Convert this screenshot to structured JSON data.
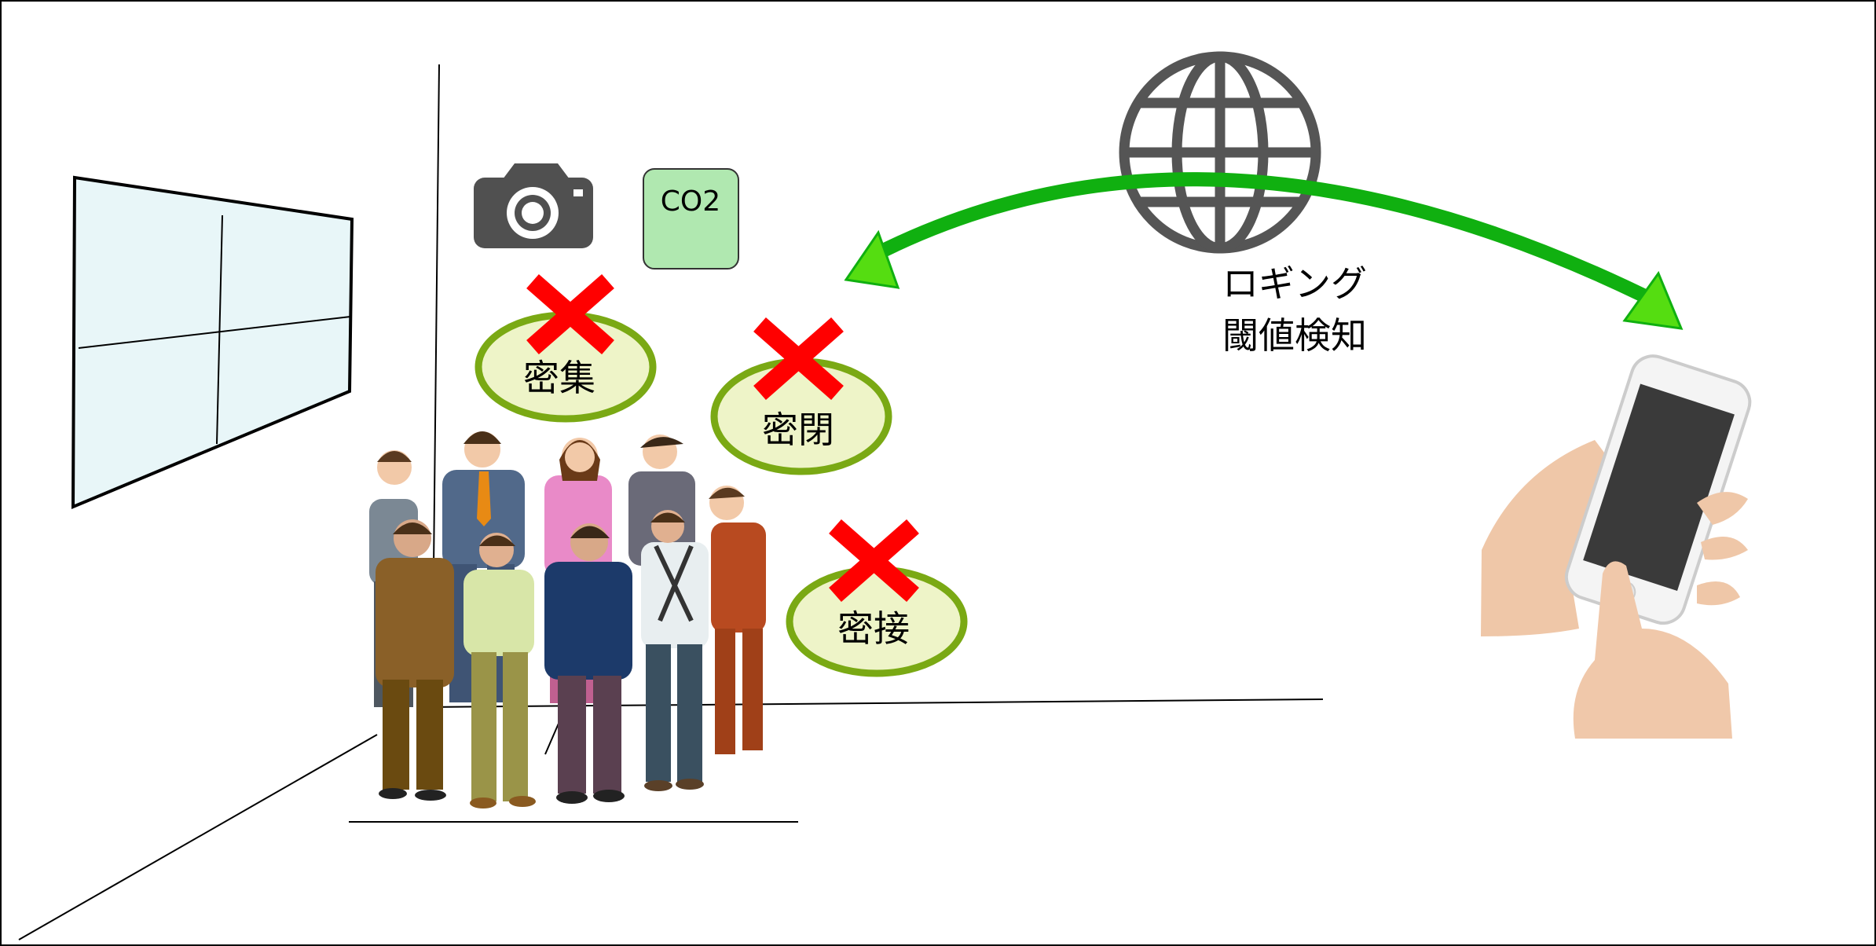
{
  "sensors": {
    "camera_icon": "camera-icon",
    "co2_label": "CO2"
  },
  "conditions": [
    {
      "label": "密集",
      "status_icon": "red-cross-icon"
    },
    {
      "label": "密閉",
      "status_icon": "red-cross-icon"
    },
    {
      "label": "密接",
      "status_icon": "red-cross-icon"
    }
  ],
  "cloud": {
    "icon": "globe-icon",
    "lines": [
      "ロギング",
      "閾値検知"
    ]
  },
  "device": {
    "icon": "smartphone-icon"
  },
  "colors": {
    "arrow": "#10b010",
    "arrow_head": "#55dd11",
    "ellipse_fill": "#eef4c8",
    "ellipse_stroke": "#7aa914",
    "cross": "#ff0000",
    "co2_fill": "#b0e8b0",
    "icon_gray": "#505050",
    "window_glass": "#e8f6f8"
  }
}
